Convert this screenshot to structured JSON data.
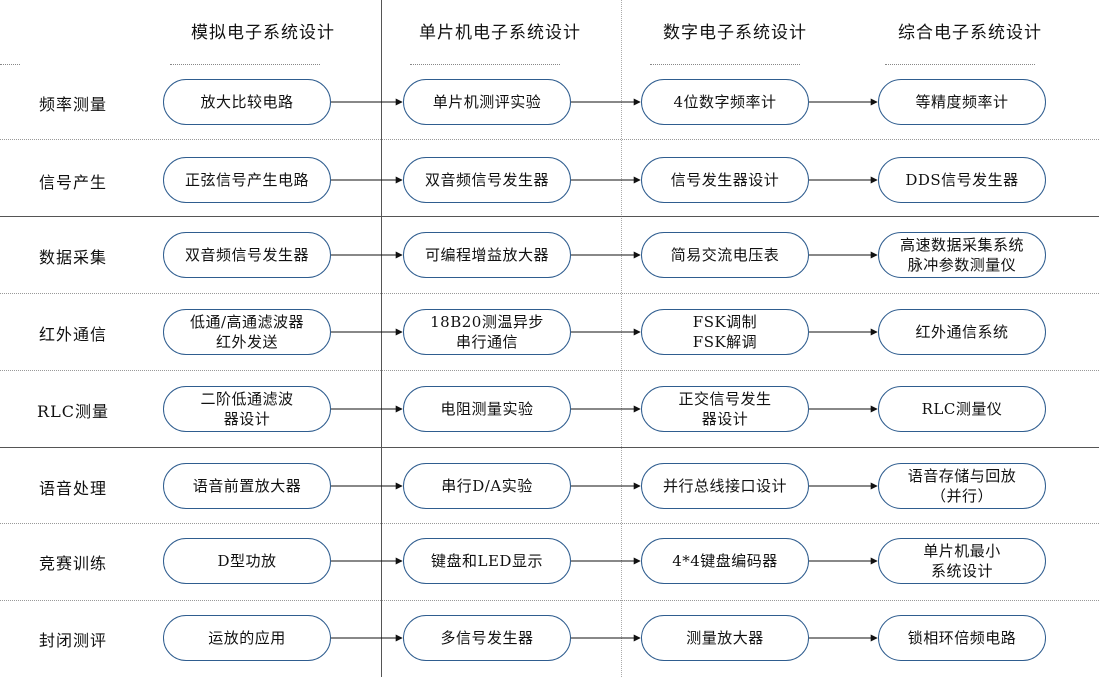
{
  "columns": [
    "模拟电子系统设计",
    "单片机电子系统设计",
    "数字电子系统设计",
    "综合电子系统设计"
  ],
  "rows": [
    {
      "label": "频率测量",
      "cells": [
        [
          "放大比较电路"
        ],
        [
          "单片机测评实验"
        ],
        [
          "4位数字频率计"
        ],
        [
          "等精度频率计"
        ]
      ]
    },
    {
      "label": "信号产生",
      "cells": [
        [
          "正弦信号产生电路"
        ],
        [
          "双音频信号发生器"
        ],
        [
          "信号发生器设计"
        ],
        [
          "DDS信号发生器"
        ]
      ]
    },
    {
      "label": "数据采集",
      "cells": [
        [
          "双音频信号发生器"
        ],
        [
          "可编程增益放大器"
        ],
        [
          "简易交流电压表"
        ],
        [
          "高速数据采集系统",
          "脉冲参数测量仪"
        ]
      ]
    },
    {
      "label": "红外通信",
      "cells": [
        [
          "低通/高通滤波器",
          "红外发送"
        ],
        [
          "18B20测温异步",
          "串行通信"
        ],
        [
          "FSK调制",
          "FSK解调"
        ],
        [
          "红外通信系统"
        ]
      ]
    },
    {
      "label": "RLC测量",
      "cells": [
        [
          "二阶低通滤波",
          "器设计"
        ],
        [
          "电阻测量实验"
        ],
        [
          "正交信号发生",
          "器设计"
        ],
        [
          "RLC测量仪"
        ]
      ]
    },
    {
      "label": "语音处理",
      "cells": [
        [
          "语音前置放大器"
        ],
        [
          "串行D/A实验"
        ],
        [
          "并行总线接口设计"
        ],
        [
          "语音存储与回放",
          "（并行）"
        ]
      ]
    },
    {
      "label": "竞赛训练",
      "cells": [
        [
          "D型功放"
        ],
        [
          "键盘和LED显示"
        ],
        [
          "4*4键盘编码器"
        ],
        [
          "单片机最小",
          "系统设计"
        ]
      ]
    },
    {
      "label": "封闭测评",
      "cells": [
        [
          "运放的应用"
        ],
        [
          "多信号发生器"
        ],
        [
          "测量放大器"
        ],
        [
          "锁相环倍频电路"
        ]
      ]
    }
  ],
  "colors": {
    "box_border": "#2f5d8f",
    "arrow": "#111111",
    "separator": "#555555"
  }
}
